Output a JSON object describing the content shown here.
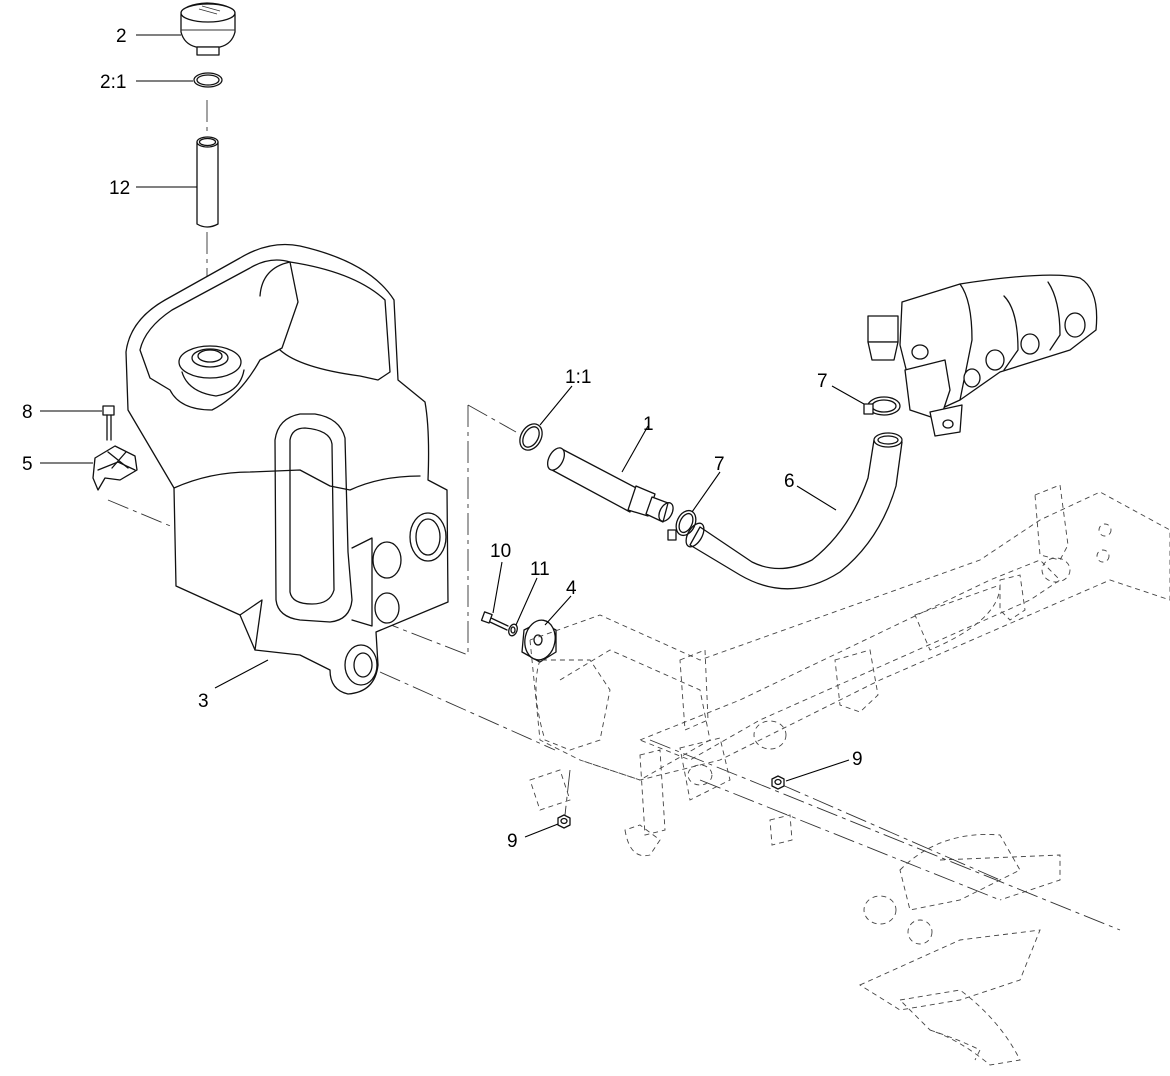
{
  "callouts": [
    {
      "id": "c-2",
      "text": "2"
    },
    {
      "id": "c-2-1",
      "text": "2:1"
    },
    {
      "id": "c-12",
      "text": "12"
    },
    {
      "id": "c-8",
      "text": "8"
    },
    {
      "id": "c-5",
      "text": "5"
    },
    {
      "id": "c-3",
      "text": "3"
    },
    {
      "id": "c-1-1",
      "text": "1:1"
    },
    {
      "id": "c-1",
      "text": "1"
    },
    {
      "id": "c-7a",
      "text": "7"
    },
    {
      "id": "c-7b",
      "text": "7"
    },
    {
      "id": "c-6",
      "text": "6"
    },
    {
      "id": "c-10",
      "text": "10"
    },
    {
      "id": "c-11",
      "text": "11"
    },
    {
      "id": "c-4",
      "text": "4"
    },
    {
      "id": "c-9a",
      "text": "9"
    },
    {
      "id": "c-9b",
      "text": "9"
    }
  ]
}
